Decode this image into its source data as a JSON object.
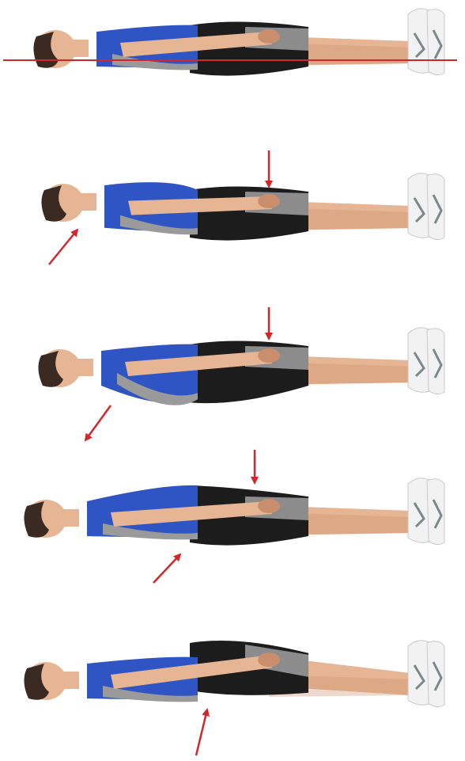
{
  "illustration": {
    "panel_count": 5,
    "colors": {
      "background": "#ffffff",
      "skin": "#e6b593",
      "skin_shadow": "#c98f6c",
      "hair": "#3a2a22",
      "shirt": "#2f55c4",
      "shirt_shadow": "#1f3f9e",
      "shirt_gray": "#9a9a9a",
      "shorts": "#1c1c1c",
      "shorts_panel": "#8c8c8c",
      "shoe": "#f2f2f2",
      "shoe_detail": "#7a8a8a",
      "guide_line": "#d2262b",
      "arrow": "#d2262b"
    },
    "panels": [
      {
        "pose": "flat",
        "guide_line": true,
        "arrows": []
      },
      {
        "pose": "chest-lift",
        "guide_line": false,
        "arrows": [
          "down-at-thigh",
          "up-at-neck"
        ]
      },
      {
        "pose": "back-sag",
        "guide_line": false,
        "arrows": [
          "down-at-thigh",
          "down-at-lower-back"
        ]
      },
      {
        "pose": "hip-drop",
        "guide_line": false,
        "arrows": [
          "down-at-thigh",
          "up-at-hip"
        ]
      },
      {
        "pose": "hip-pike",
        "guide_line": false,
        "arrows": [
          "up-at-hip"
        ]
      }
    ]
  }
}
